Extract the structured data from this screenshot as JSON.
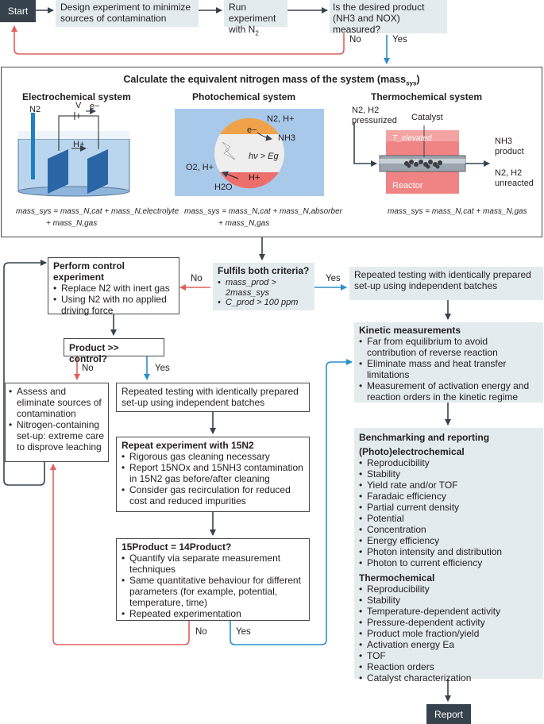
{
  "top": {
    "start": "Start",
    "design": "Design experiment to minimize sources of contamination",
    "run_line1": "Run experiment",
    "run_line2_pre": "with N",
    "run_line2_sub": "2",
    "q_line1": "Is the desired product",
    "q_line2": "(NH3 and NOX) measured?",
    "no": "No",
    "yes": "Yes"
  },
  "mass": {
    "title": "Calculate the equivalent nitrogen mass of the system (mass",
    "title_sub": "sys",
    "title_end": ")",
    "electro": {
      "title": "Electrochemical system",
      "n2": "N2",
      "v": "V",
      "e": "e−",
      "h": "H+",
      "formula1": "mass_sys = mass_N,cat + mass_N,electrolyte",
      "formula2": "+ mass_N,gas"
    },
    "photo": {
      "title": "Photochemical system",
      "n2h": "N2, H+",
      "nh3": "NH3",
      "e": "e−",
      "hv": "hν > Eg",
      "h": "H+",
      "o2h": "O2, H+",
      "h2o": "H2O",
      "formula1": "mass_sys = mass_N,cat + mass_N,absorber",
      "formula2": "+ mass_N,gas"
    },
    "thermo": {
      "title": "Thermochemical system",
      "in1": "N2, H2",
      "in2": "pressurized",
      "catalyst": "Catalyst",
      "telev": "T_elevated",
      "reactor": "Reactor",
      "out1": "NH3",
      "out2": "product",
      "out3": "N2, H2",
      "out4": "unreacted",
      "formula": "mass_sys = mass_N,cat + mass_N,gas"
    }
  },
  "criteria": {
    "title": "Fulfils both criteria?",
    "items": [
      "mass_prod > 2mass_sys",
      "C_prod > 100 ppm"
    ],
    "no": "No",
    "yes": "Yes"
  },
  "control": {
    "title": "Perform control experiment",
    "items": [
      "Replace N2 with inert gas",
      "Using N2 with no applied driving force"
    ]
  },
  "repeated_right": "Repeated testing with identically prepared set-up using independent batches",
  "product_control": {
    "title": "Product >> control?",
    "no": "No",
    "yes": "Yes"
  },
  "assess": {
    "items": [
      "Assess and eliminate sources of contamination",
      "Nitrogen-containing set-up: extreme care to disprove leaching"
    ]
  },
  "repeated_mid": "Repeated testing with identically prepared set-up using independent batches",
  "repeat15": {
    "title": "Repeat experiment with 15N2",
    "items": [
      "Rigorous gas cleaning necessary",
      "Report 15NOx and 15NH3 contamination in 15N2 gas before/after cleaning",
      "Consider gas recirculation for reduced cost and reduced impurities"
    ]
  },
  "product15": {
    "title": "15Product = 14Product?",
    "items": [
      "Quantify via separate measurement techniques",
      "Same quantitative behaviour for different parameters (for example, potential, temperature, time)",
      "Repeated experimentation"
    ],
    "no": "No",
    "yes": "Yes"
  },
  "kinetic": {
    "title": "Kinetic measurements",
    "items": [
      "Far from equilibrium to avoid contribution of reverse reaction",
      "Eliminate mass and heat transfer limitations",
      "Measurement of activation energy and reaction orders in the kinetic regime"
    ]
  },
  "bench": {
    "title": "Benchmarking and reporting",
    "photo_title": "(Photo)electrochemical",
    "photo_items": [
      "Reproducibility",
      "Stability",
      "Yield rate and/or TOF",
      "Faradaic efficiency",
      "Partial current density",
      "Potential",
      "Concentration",
      "Energy efficiency",
      "Photon intensity and distribution",
      "Photon to current efficiency"
    ],
    "thermo_title": "Thermochemical",
    "thermo_items": [
      "Reproducibility",
      "Stability",
      "Temperature-dependent activity",
      "Pressure-dependent activity",
      "Product mole fraction/yield",
      "Activation energy Ea",
      "TOF",
      "Reaction orders",
      "Catalyst characterization"
    ]
  },
  "report": "Report",
  "colors": {
    "dark": "#36434d",
    "shade": "#e3ebee",
    "red": "#e0605f",
    "blue": "#2b8fc9",
    "arrow": "#36434d"
  }
}
